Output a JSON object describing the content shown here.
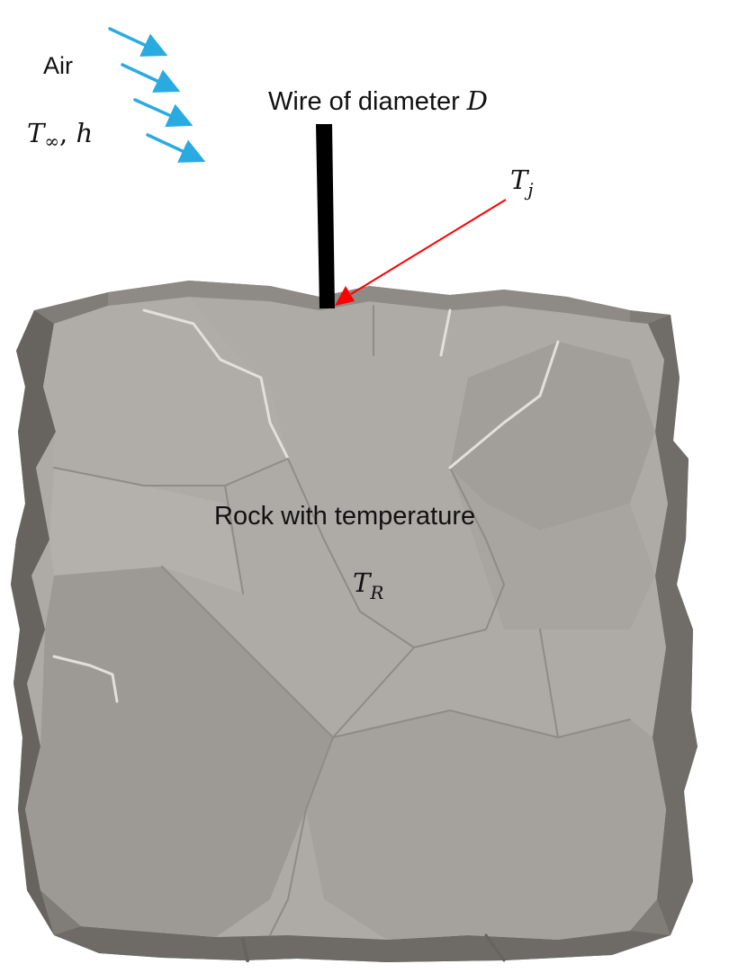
{
  "labels": {
    "air": "Air",
    "air_temp_symbol": "T",
    "air_temp_subscript": "∞",
    "air_h_separator": ", ",
    "air_h_symbol": "h",
    "wire_text": "Wire of diameter ",
    "wire_symbol": "D",
    "junction_symbol": "T",
    "junction_subscript": "j",
    "rock_text": "Rock with temperature",
    "rock_symbol": "T",
    "rock_subscript": "R"
  },
  "colors": {
    "air_arrows": "#29abe2",
    "pointer_arrow": "#ff0000",
    "wire": "#000000",
    "rock_face": "#aeaba6",
    "rock_face_dark": "#9d9a95",
    "rock_edge": "#807c77",
    "rock_edge_dark": "#67645f",
    "rock_crack_light": "#e2e0dc"
  }
}
